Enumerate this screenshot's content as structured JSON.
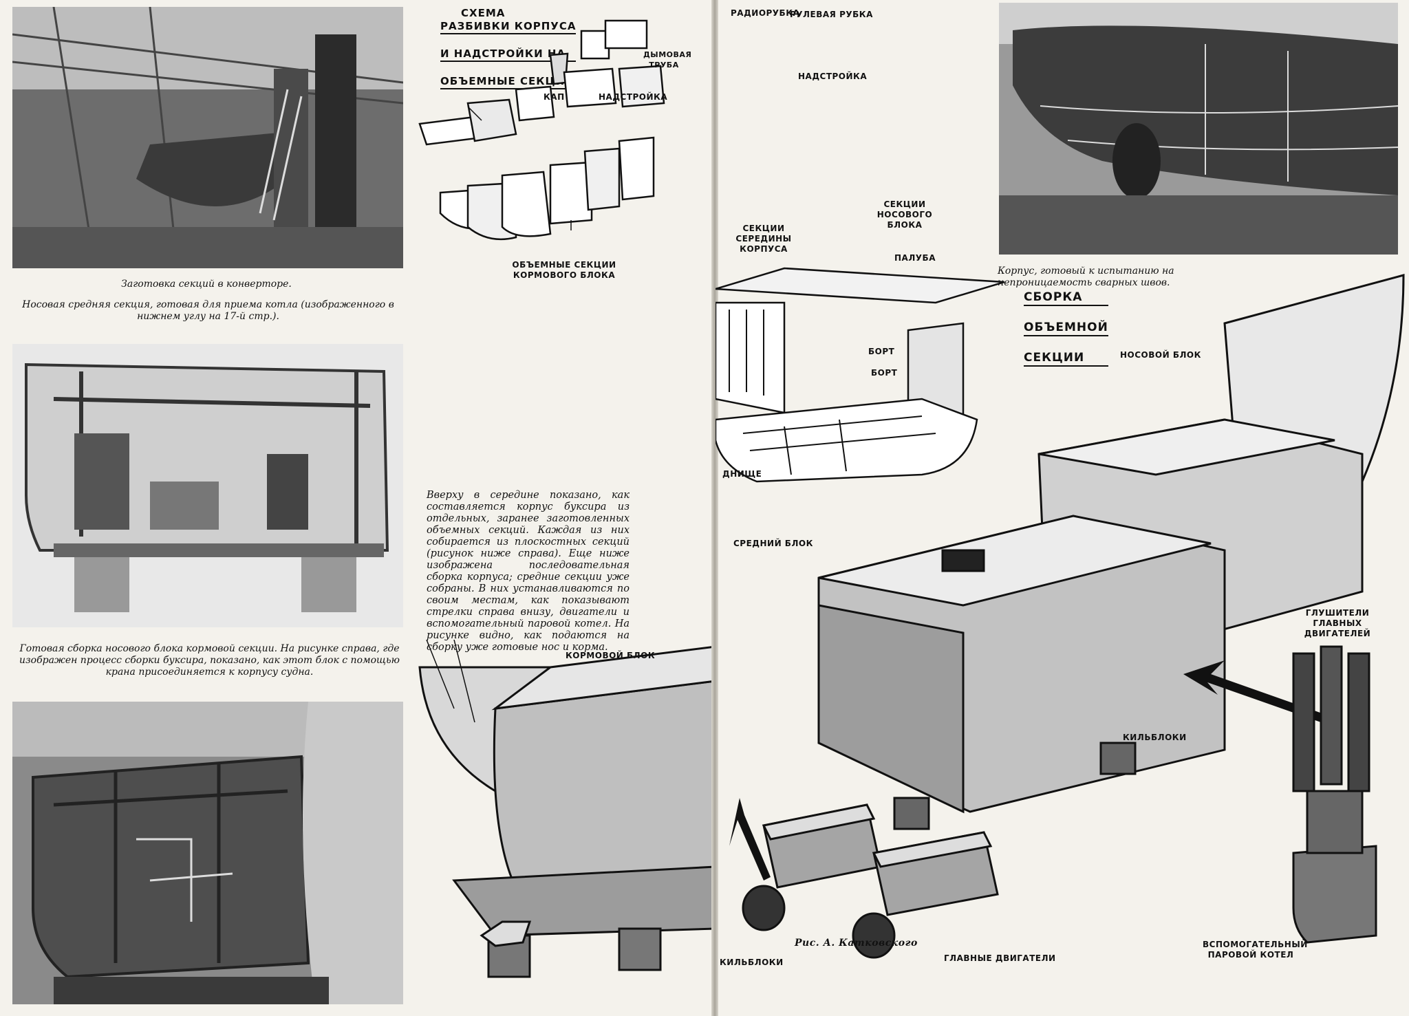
{
  "left_page": {
    "caption_1": "Заготовка секций в конверторе.",
    "caption_2": "Носовая средняя секция, готовая для приема котла (изображенного в нижнем углу на 17-й стр.).",
    "caption_3": "Готовая сборка носового блока кормовой секции. На рисунке справа, где изображен процесс сборки буксира, показано, как этот блок с помощью крана присоединяется к корпусу судна."
  },
  "scheme": {
    "title_line1": "Схема",
    "title_line2": "разбивки корпуса",
    "title_line3": "и надстройки на",
    "title_line4": "объемные секции",
    "labels": {
      "radio": "Радиорубка",
      "wheel": "Рулевая рубка",
      "funnel": "Дымовая труба",
      "kap": "Кап",
      "superstructure_left": "Надстройка",
      "superstructure_right": "Надстройка",
      "bow_sections": "Секции носового блока",
      "mid_sections": "Секции середины корпуса",
      "stern_sections": "Объемные секции кормового блока"
    }
  },
  "body_text": "Вверху в середине показано, как составляется корпус буксира из отдельных, заранее заготовленных объемных секций. Каждая из них собирается из плоскостных секций (рисунок ниже справа). Еще ниже изображена последовательная сборка корпуса; средние секции уже собраны. В них устанавливаются по своим местам, как показывают стрелки справа внизу, двигатели и вспомогательный паровой котел. На рисунке видно, как подаются на сборку уже готовые нос и корма.",
  "right_page": {
    "photo_caption": "Корпус, готовый к испытанию на непроницаемость сварных швов.",
    "assembly_title_1": "Сборка",
    "assembly_title_2": "объемной",
    "assembly_title_3": "секции",
    "labels": {
      "deck": "Палуба",
      "side_1": "Борт",
      "side_2": "Борт",
      "bottom": "Днище",
      "bow_block": "Носовой блок",
      "middle_block": "Средний блок",
      "stern_block": "Кормовой блок",
      "keel_blocks_1": "Кильблоки",
      "keel_blocks_2": "Кильблоки",
      "mufflers": "Глушители главных двигателей",
      "main_engines": "Главные двигатели",
      "boiler": "Вспомогательный паровой котел",
      "artist": "Рис. А. Катковского"
    }
  }
}
